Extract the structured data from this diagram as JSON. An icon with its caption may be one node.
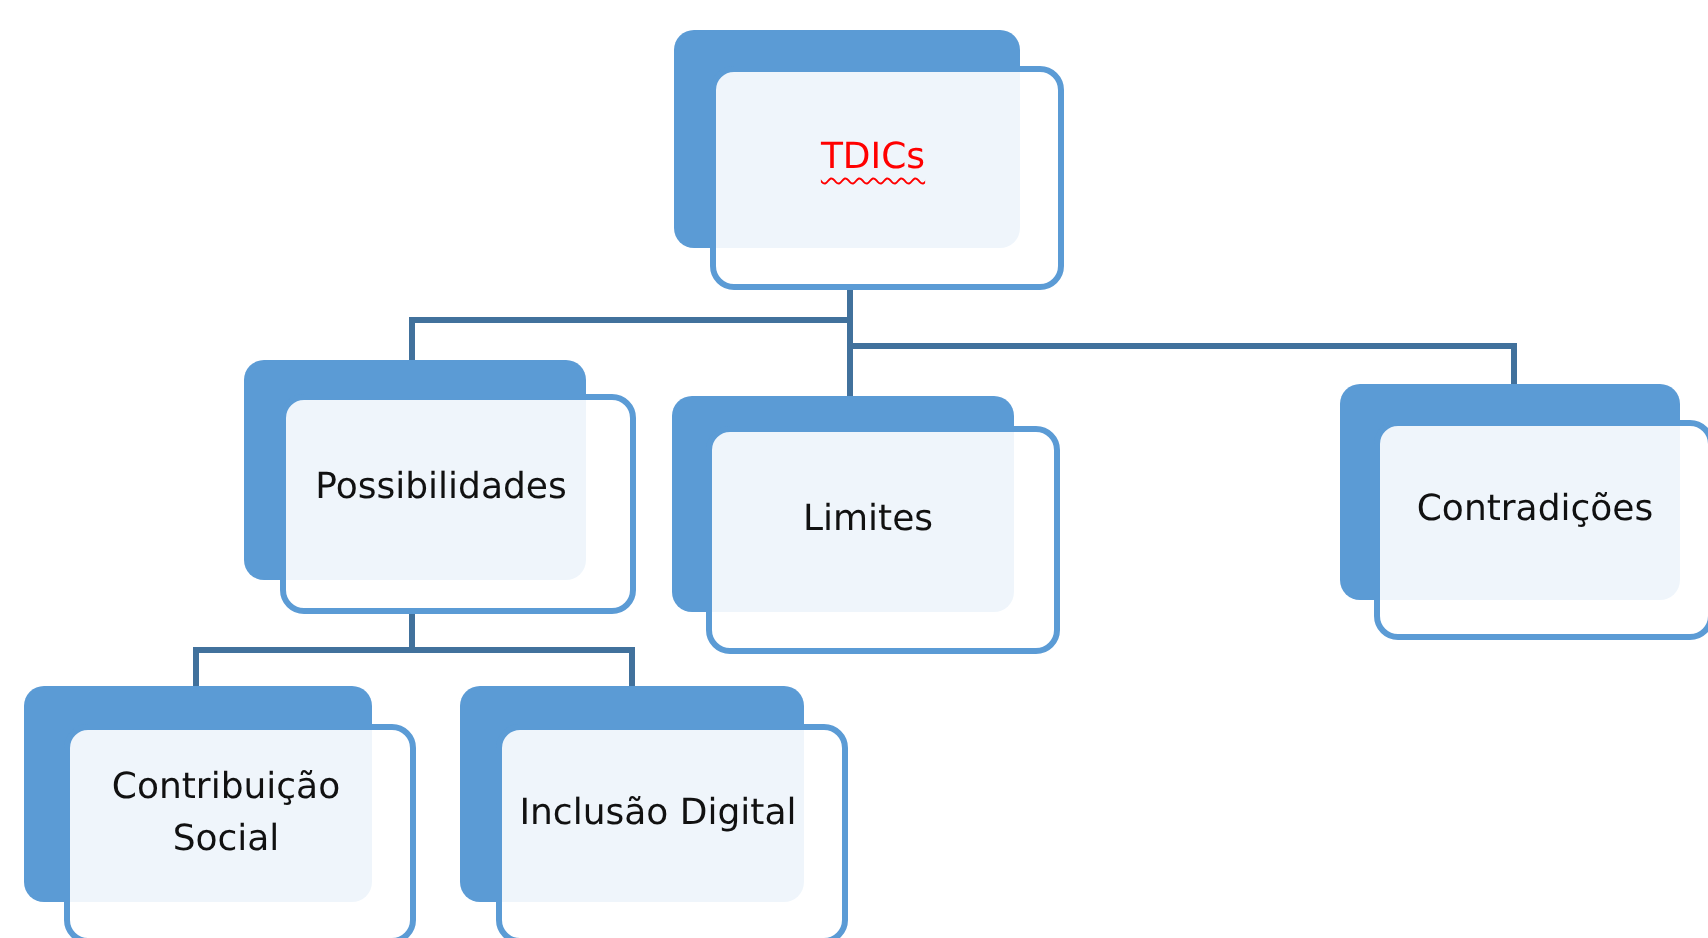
{
  "diagram": {
    "nodes": [
      {
        "text": [
          "TDICs"
        ]
      },
      {
        "text": [
          "Possibilidades"
        ]
      },
      {
        "text": [
          "Limites"
        ]
      },
      {
        "text": [
          "Contradições"
        ]
      },
      {
        "text": [
          "Contribuição Social"
        ]
      },
      {
        "text": [
          "Inclusão Digital"
        ]
      }
    ],
    "edges": [
      {
        "from": 0,
        "to": 1,
        "arrow": "none"
      },
      {
        "from": 0,
        "to": 2,
        "arrow": "none"
      },
      {
        "from": 0,
        "to": 3,
        "arrow": "none"
      },
      {
        "from": 1,
        "to": 4,
        "arrow": "none"
      },
      {
        "from": 1,
        "to": 5,
        "arrow": "none"
      }
    ]
  }
}
